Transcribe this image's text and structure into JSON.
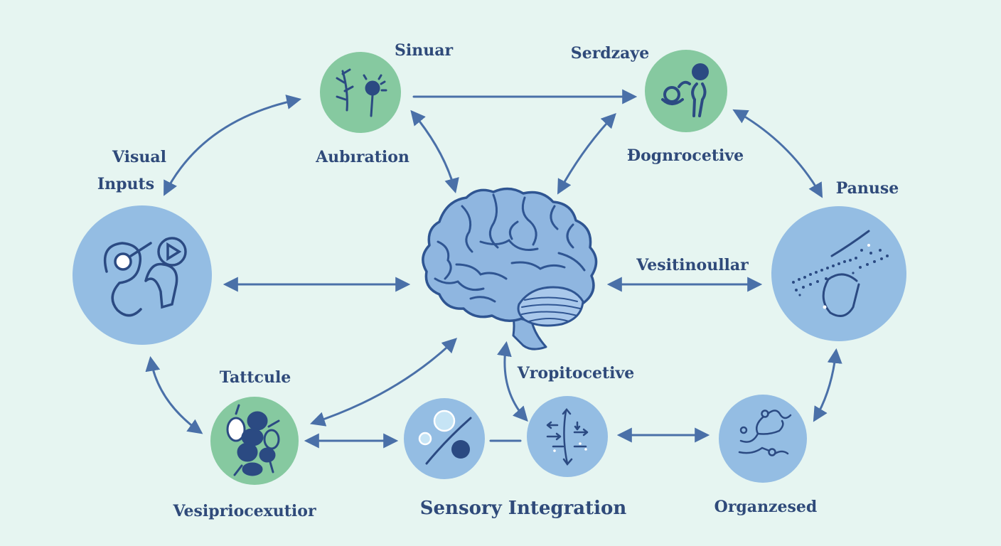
{
  "colors": {
    "background": "#e6f5f1",
    "arrow": "#4a70a8",
    "ink": "#2b4a82",
    "green_node": "#86c9a0",
    "blue_node": "#94bde3",
    "brain": "#8fb6e0",
    "label": "#2f4a7a"
  },
  "center": {
    "name": "Brain",
    "icon": "brain-icon"
  },
  "nodes": {
    "sinuar": {
      "label": "Sinuar",
      "sublabel": "Aubıration",
      "icon": "plant-bulb-icon",
      "color": "green"
    },
    "serdzaye": {
      "label": "Serdzaye",
      "sublabel": "Ðognrocetive",
      "icon": "joint-icon",
      "color": "green"
    },
    "visual": {
      "label_line1": "Visual",
      "label_line2": "Inputs",
      "icon": "eye-shapes-icon",
      "color": "blue"
    },
    "panuse": {
      "label": "Panuse",
      "icon": "wave-particles-icon",
      "color": "blue"
    },
    "vesitinoullar": {
      "label": "Vesitinoullar"
    },
    "tattcule": {
      "label": "Tattcule",
      "sublabel": "Vesipriocexutior",
      "icon": "cells-cluster-icon",
      "color": "green"
    },
    "sensory": {
      "label": "Sensory Integration",
      "icon": "bubbles-icon",
      "color": "blue"
    },
    "vropitocetive": {
      "label": "Vropitocetive",
      "icon": "arrows-cross-icon",
      "color": "blue"
    },
    "organzesed": {
      "label": "Organzesed",
      "icon": "network-squiggle-icon",
      "color": "blue"
    }
  }
}
